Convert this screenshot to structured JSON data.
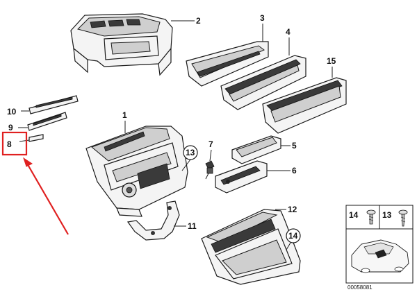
{
  "callouts": {
    "c1": "1",
    "c2": "2",
    "c3": "3",
    "c4": "4",
    "c5": "5",
    "c6": "6",
    "c7": "7",
    "c8": "8",
    "c9": "9",
    "c10": "10",
    "c11": "11",
    "c12": "12",
    "c13": "13",
    "c14": "14",
    "c15": "15"
  },
  "inset": {
    "label_14": "14",
    "label_13": "13",
    "code": "00058081"
  },
  "colors": {
    "highlight": "#e02020",
    "line": "#1a1a1a"
  }
}
